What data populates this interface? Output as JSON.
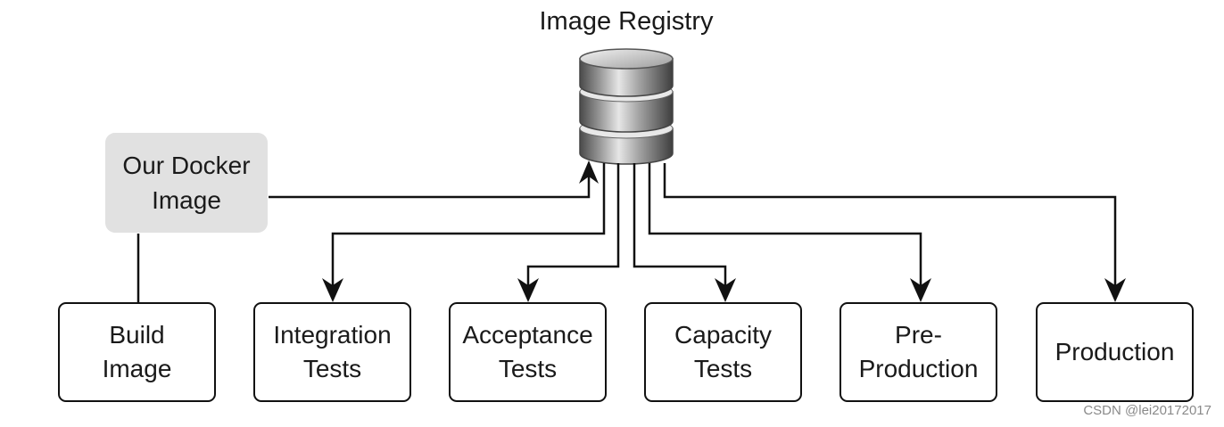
{
  "title": "Image Registry",
  "icons": {
    "registry": "database-icon"
  },
  "source_box": {
    "lines": [
      "Our Docker",
      "Image"
    ]
  },
  "stages": [
    {
      "lines": [
        "Build",
        "Image"
      ]
    },
    {
      "lines": [
        "Integration",
        "Tests"
      ]
    },
    {
      "lines": [
        "Acceptance",
        "Tests"
      ]
    },
    {
      "lines": [
        "Capacity",
        "Tests"
      ]
    },
    {
      "lines": [
        "Pre-",
        "Production"
      ]
    },
    {
      "lines": [
        "Production"
      ]
    }
  ],
  "watermark": "CSDN @lei20172017",
  "colors": {
    "line": "#111111",
    "box_fill": "#e1e1e1",
    "cylinder_light": "#d8d8d8",
    "cylinder_dark": "#5a5a5a"
  }
}
